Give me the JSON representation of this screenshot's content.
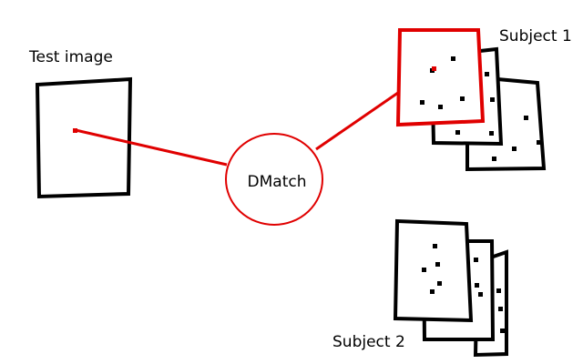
{
  "labels": {
    "test_image": "Test image",
    "match_node": "DMatch",
    "subject_1": "Subject 1",
    "subject_2": "Subject 2"
  },
  "colors": {
    "stroke": "#000000",
    "match": "#e00000",
    "background": "#ffffff"
  }
}
